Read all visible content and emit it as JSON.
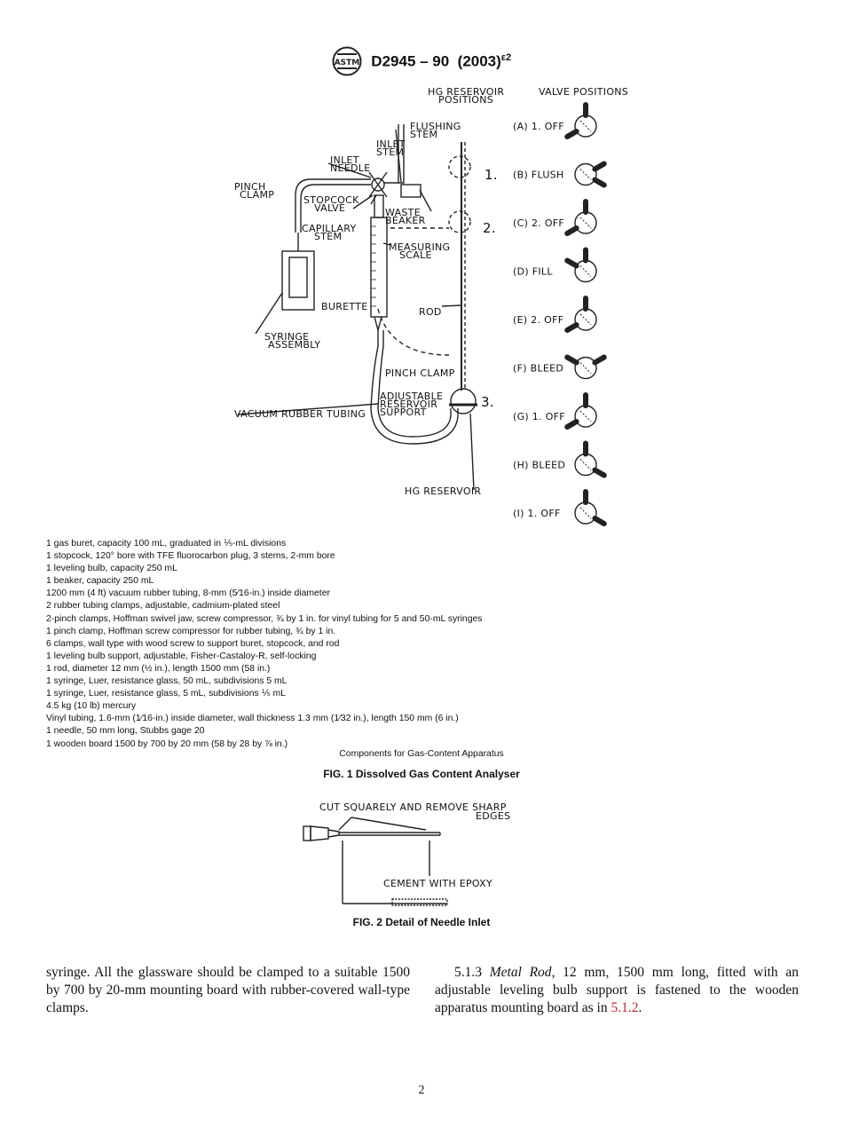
{
  "header": {
    "logo_text": "ASTM",
    "designation": "D2945 – 90",
    "year": "(2003)",
    "edition": "ε2"
  },
  "figure1": {
    "labels": {
      "hg_reservoir_positions_1": "HG RESERVOIR",
      "hg_reservoir_positions_2": "POSITIONS",
      "valve_positions": "VALVE POSITIONS",
      "flushing_stem_1": "FLUSHING",
      "flushing_stem_2": "STEM",
      "inlet_stem_1": "INLET",
      "inlet_stem_2": "STEM",
      "inlet_needle_1": "INLET",
      "inlet_needle_2": "NEEDLE",
      "pinch_clamp_1": "PINCH",
      "pinch_clamp_2": "CLAMP",
      "stopcock_valve_1": "STOPCOCK",
      "stopcock_valve_2": "VALVE",
      "waste_beaker_1": "WASTE",
      "waste_beaker_2": "BEAKER",
      "capillary_stem_1": "CAPILLARY",
      "capillary_stem_2": "STEM",
      "measuring_scale_1": "MEASURING",
      "measuring_scale_2": "SCALE",
      "burette": "BURETTE",
      "rod": "ROD",
      "syringe_assembly_1": "SYRINGE",
      "syringe_assembly_2": "ASSEMBLY",
      "pinch_clamp_lower": "PINCH CLAMP",
      "adjustable_1": "ADJUSTABLE",
      "adjustable_2": "RESERVOIR",
      "adjustable_3": "SUPPORT",
      "vacuum_rubber_tubing": "VACUUM RUBBER TUBING",
      "hg_reservoir": "HG RESERVOIR",
      "position_1": "1.",
      "position_2": "2.",
      "position_3": "3."
    },
    "valve_positions": [
      {
        "code": "(A)",
        "state": "1. OFF"
      },
      {
        "code": "(B)",
        "state": "FLUSH"
      },
      {
        "code": "(C)",
        "state": "2. OFF"
      },
      {
        "code": "(D)",
        "state": "FILL"
      },
      {
        "code": "(E)",
        "state": "2. OFF"
      },
      {
        "code": "(F)",
        "state": "BLEED"
      },
      {
        "code": "(G)",
        "state": "1. OFF"
      },
      {
        "code": "(H)",
        "state": "BLEED"
      },
      {
        "code": "(I)",
        "state": "1. OFF"
      }
    ]
  },
  "components": [
    "1 gas buret, capacity 100 mL, graduated in ⅕-mL divisions",
    "1 stopcock, 120° bore with TFE fluorocarbon plug, 3 stems, 2-mm bore",
    "1 leveling bulb, capacity 250 mL",
    "1 beaker, capacity 250 mL",
    "1200 mm (4 ft) vacuum rubber tubing, 8-mm (5⁄16-in.) inside diameter",
    "2 rubber tubing clamps, adjustable, cadmium-plated steel",
    "2-pinch clamps, Hoffman swivel jaw, screw compressor, ¾ by 1 in. for vinyl tubing for 5 and 50-mL syringes",
    "1 pinch clamp, Hoffman screw compressor for rubber tubing, ¾ by 1 in.",
    "6 clamps, wall type with wood screw to support buret, stopcock, and rod",
    "1 leveling bulb support, adjustable, Fisher-Castaloy-R, self-locking",
    "1 rod, diameter 12 mm (½ in.), length 1500 mm (58 in.)",
    "1 syringe, Luer, resistance glass, 50 mL, subdivisions 5 mL",
    "1 syringe, Luer, resistance glass, 5 mL, subdivisions ⅕ mL",
    "4.5 kg (10 lb) mercury",
    "Vinyl tubing, 1.6-mm (1⁄16-in.) inside diameter, wall thickness 1.3 mm (1⁄32 in.), length 150 mm (6 in.)",
    "1 needle, 50 mm long, Stubbs gage 20",
    "1 wooden board 1500 by 700 by 20 mm (58 by 28 by ⅞ in.)"
  ],
  "components_caption": "Components for Gas-Content Apparatus",
  "fig1_caption": "FIG. 1 Dissolved Gas Content Analyser",
  "figure2": {
    "label_cut_1": "CUT SQUARELY AND REMOVE SHARP",
    "label_cut_2": "EDGES",
    "label_cement": "CEMENT WITH EPOXY"
  },
  "fig2_caption": "FIG. 2 Detail of Needle Inlet",
  "body": {
    "left": "syringe. All the glassware should be clamped to a suitable 1500 by 700 by 20-mm mounting board with rubber-covered wall-type clamps.",
    "right_number": "5.1.3",
    "right_title": "Metal Rod",
    "right_text": ", 12 mm, 1500 mm long, fitted with an adjustable leveling bulb support is fastened to the wooden apparatus mounting board as in ",
    "right_ref": "5.1.2",
    "right_end": "."
  },
  "page_number": "2"
}
